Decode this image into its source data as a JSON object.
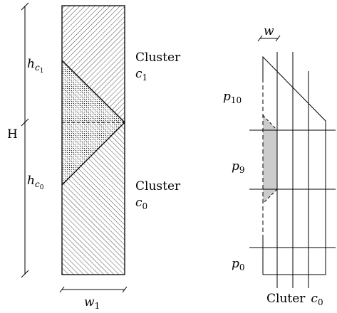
{
  "left_figure": {
    "height_label": "H",
    "hc1": {
      "main": "h",
      "sub1": "c",
      "sub2": "1"
    },
    "hc0": {
      "main": "h",
      "sub1": "c",
      "sub2": "0"
    },
    "cluster1": {
      "word": "Cluster",
      "sym": "c",
      "sub": "1"
    },
    "cluster0": {
      "word": "Cluster",
      "sym": "c",
      "sub": "0"
    },
    "width": {
      "main": "w",
      "sub": "1"
    }
  },
  "right_figure": {
    "width_label": "w",
    "p10": {
      "main": "p",
      "sub": "10"
    },
    "p9": {
      "main": "p",
      "sub": "9"
    },
    "p0": {
      "main": "p",
      "sub": "0"
    },
    "caption": {
      "word": "Cluter",
      "sym": "c",
      "sub": "0"
    }
  }
}
